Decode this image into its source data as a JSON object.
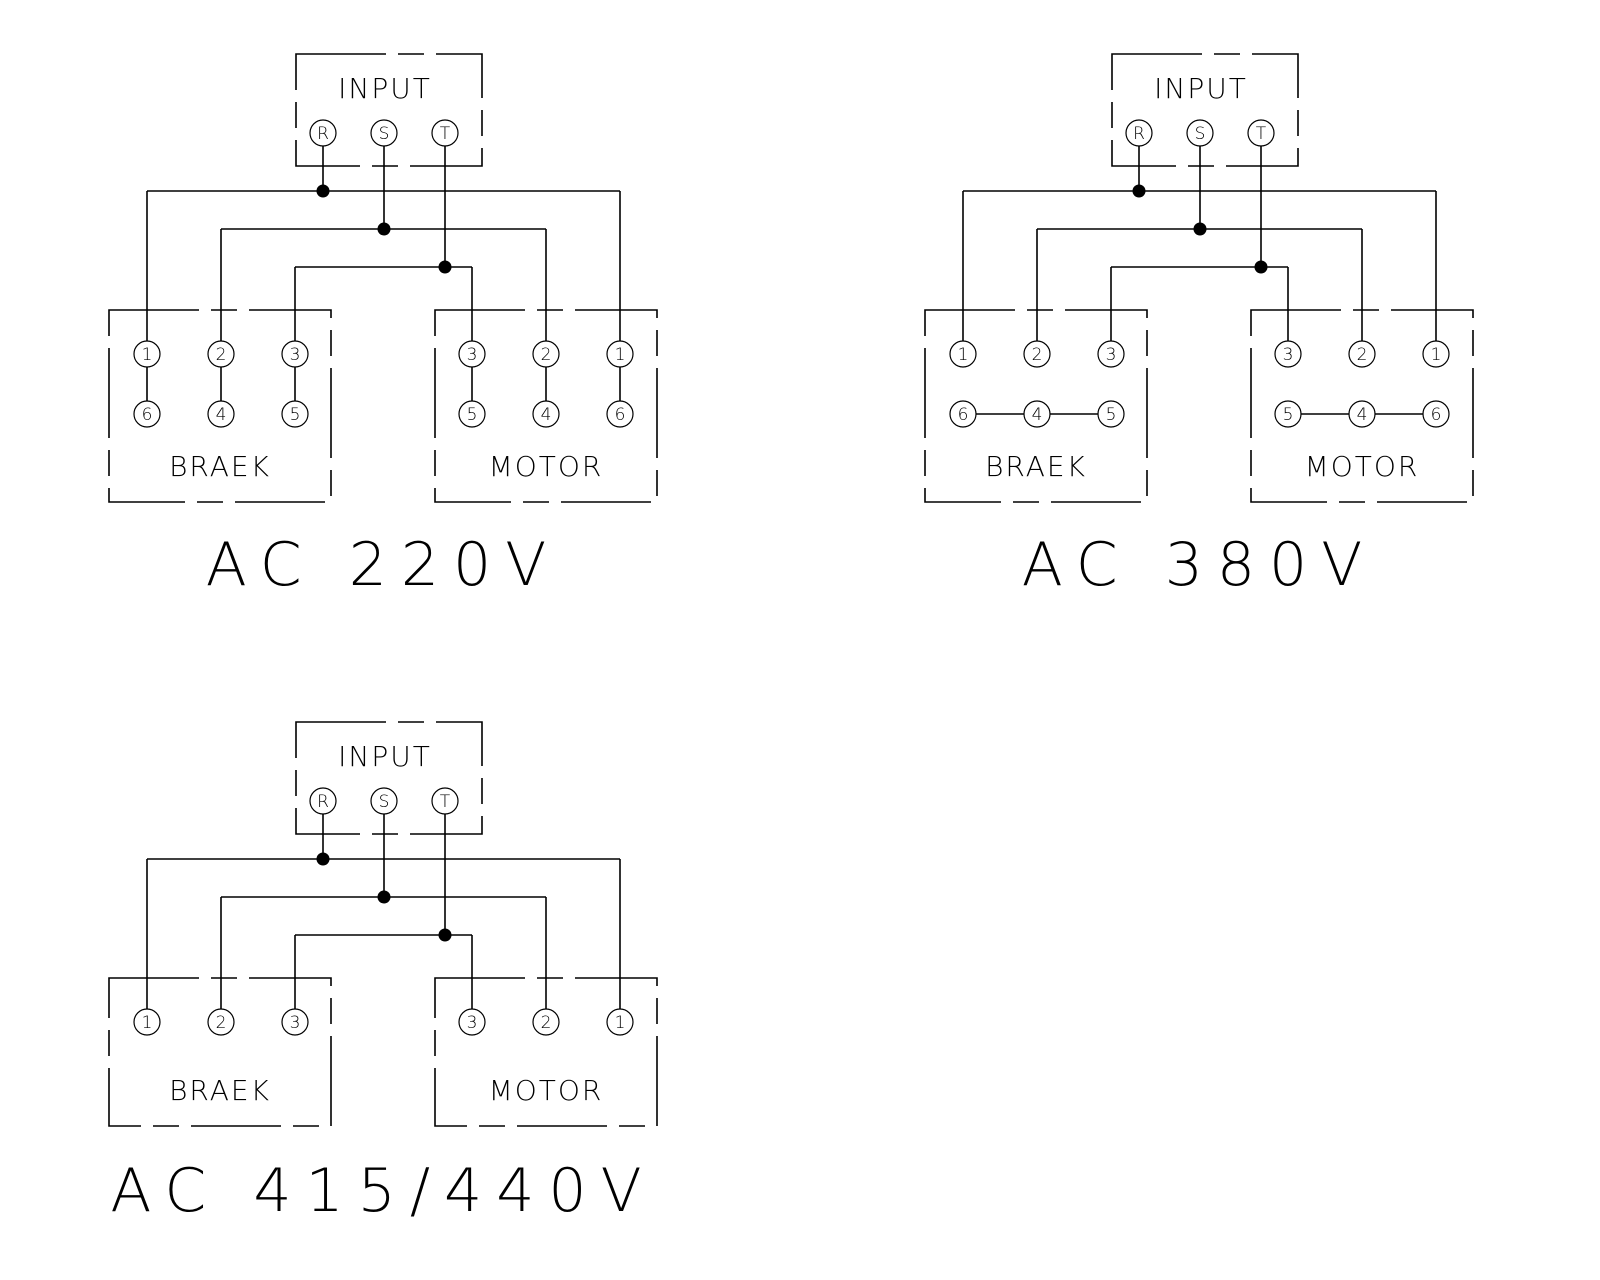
{
  "diagrams": [
    {
      "id": "ac-220v",
      "title": "AC 220V",
      "input": {
        "label": "INPUT",
        "terminals": [
          "R",
          "S",
          "T"
        ]
      },
      "brake": {
        "label": "BRAEK",
        "top_terminals": [
          "1",
          "2",
          "3"
        ],
        "bottom_terminals": [
          "6",
          "4",
          "5"
        ],
        "bottom_mode": "vertical-pairs"
      },
      "motor": {
        "label": "MOTOR",
        "top_terminals": [
          "3",
          "2",
          "1"
        ],
        "bottom_terminals": [
          "5",
          "4",
          "6"
        ],
        "bottom_mode": "vertical-pairs"
      }
    },
    {
      "id": "ac-380v",
      "title": "AC 380V",
      "input": {
        "label": "INPUT",
        "terminals": [
          "R",
          "S",
          "T"
        ]
      },
      "brake": {
        "label": "BRAEK",
        "top_terminals": [
          "1",
          "2",
          "3"
        ],
        "bottom_terminals": [
          "6",
          "4",
          "5"
        ],
        "bottom_mode": "star-bridge"
      },
      "motor": {
        "label": "MOTOR",
        "top_terminals": [
          "3",
          "2",
          "1"
        ],
        "bottom_terminals": [
          "5",
          "4",
          "6"
        ],
        "bottom_mode": "star-bridge"
      }
    },
    {
      "id": "ac-415-440v",
      "title": "AC 415/440V",
      "input": {
        "label": "INPUT",
        "terminals": [
          "R",
          "S",
          "T"
        ]
      },
      "brake": {
        "label": "BRAEK",
        "top_terminals": [
          "1",
          "2",
          "3"
        ],
        "bottom_terminals": [],
        "bottom_mode": "none"
      },
      "motor": {
        "label": "MOTOR",
        "top_terminals": [
          "3",
          "2",
          "1"
        ],
        "bottom_terminals": [],
        "bottom_mode": "none"
      }
    }
  ],
  "connections": [
    {
      "from": "R",
      "to": [
        "BRAEK 1",
        "MOTOR 1"
      ]
    },
    {
      "from": "S",
      "to": [
        "BRAEK 2",
        "MOTOR 2"
      ]
    },
    {
      "from": "T",
      "to": [
        "BRAEK 3",
        "MOTOR 3"
      ]
    }
  ]
}
